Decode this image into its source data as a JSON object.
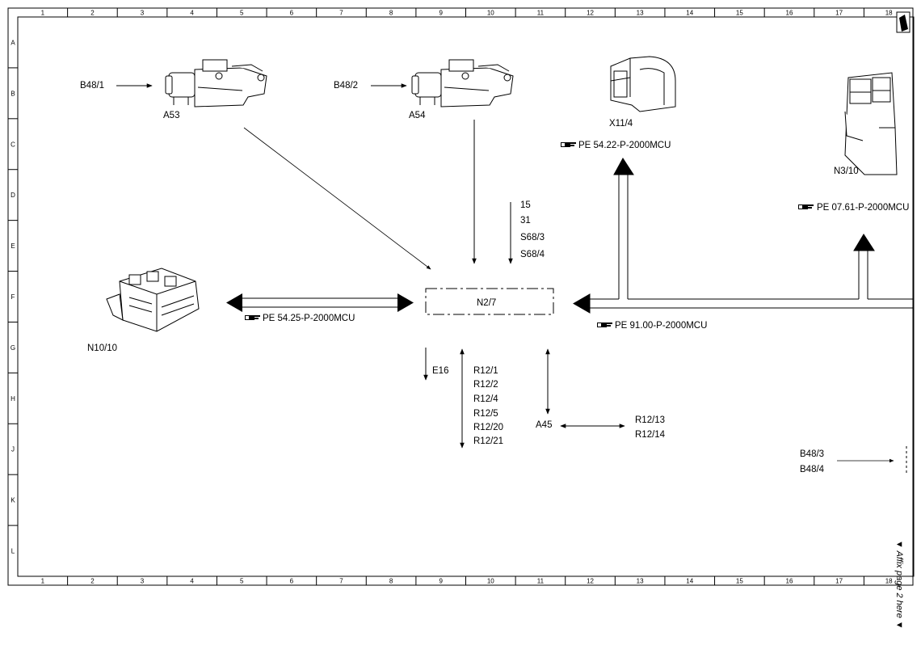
{
  "grid": {
    "columns": [
      "1",
      "2",
      "3",
      "4",
      "5",
      "6",
      "7",
      "8",
      "9",
      "10",
      "11",
      "12",
      "13",
      "14",
      "15",
      "16",
      "17",
      "18"
    ],
    "rows": [
      "A",
      "B",
      "C",
      "D",
      "E",
      "F",
      "G",
      "H",
      "J",
      "K",
      "L"
    ]
  },
  "components": {
    "a53": "A53",
    "a54": "A54",
    "b48_1": "B48/1",
    "b48_2": "B48/2",
    "x11_4": "X11/4",
    "n3_10": "N3/10",
    "n10_10": "N10/10",
    "n2_7": "N2/7",
    "e16": "E16",
    "a45": "A45",
    "b48_3": "B48/3",
    "b48_4": "B48/4"
  },
  "references": {
    "pe_54_22": "PE 54.22-P-2000MCU",
    "pe_07_61": "PE 07.61-P-2000MCU",
    "pe_54_25": "PE 54.25-P-2000MCU",
    "pe_91_00": "PE 91.00-P-2000MCU"
  },
  "terminals": [
    "15",
    "31",
    "S68/3",
    "S68/4"
  ],
  "r12_list": [
    "R12/1",
    "R12/2",
    "R12/4",
    "R12/5",
    "R12/20",
    "R12/21"
  ],
  "r12_right": [
    "R12/13",
    "R12/14"
  ],
  "side_note": "▼ Affix page 2 here ▼"
}
